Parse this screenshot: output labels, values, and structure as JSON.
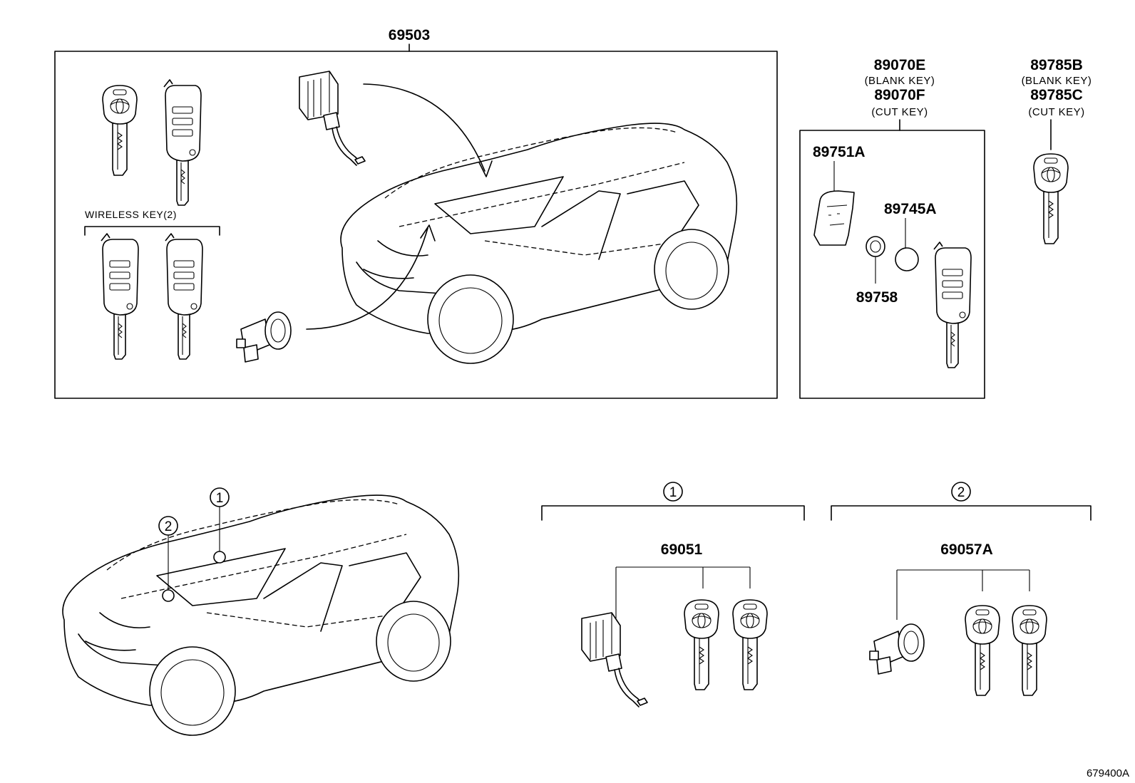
{
  "main_assembly": {
    "part_number": "69503",
    "wireless_key_label": "WIRELESS KEY(2)"
  },
  "key_kit": {
    "part_blank": "89070E",
    "blank_note": "(BLANK KEY)",
    "part_cut": "89070F",
    "cut_note": "(CUT KEY)",
    "cover_part": "89751A",
    "battery_part": "89745A",
    "cap_part": "89758"
  },
  "transponder_key": {
    "part_blank": "89785B",
    "blank_note": "(BLANK KEY)",
    "part_cut": "89785C",
    "cut_note": "(CUT KEY)"
  },
  "locations": {
    "marker_1": "1",
    "marker_2": "2"
  },
  "set_1": {
    "marker": "1",
    "part_number": "69051"
  },
  "set_2": {
    "marker": "2",
    "part_number": "69057A"
  },
  "footer": {
    "illustration_code": "679400A"
  }
}
